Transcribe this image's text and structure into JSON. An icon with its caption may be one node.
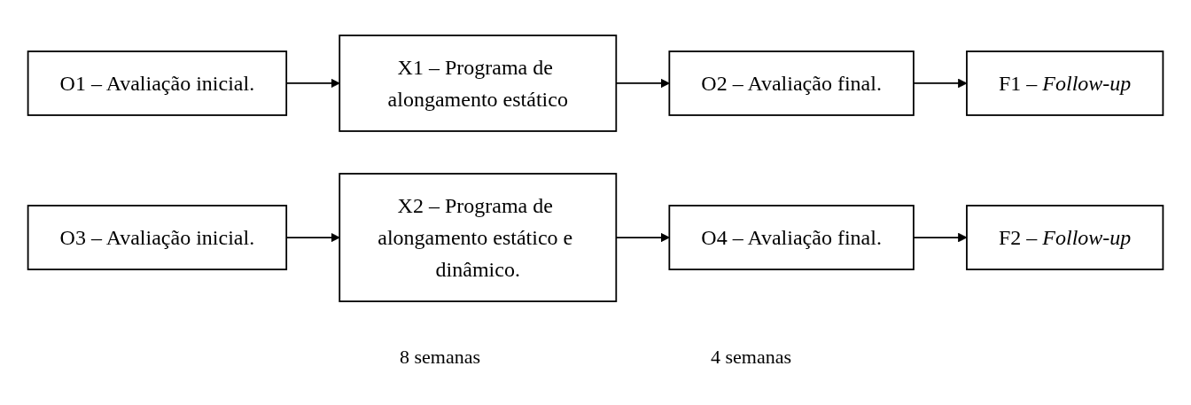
{
  "diagram": {
    "nodes": [
      {
        "text": [
          "O1 – Avaliação inicial."
        ]
      },
      {
        "text": [
          "X1 – Programa de alongamento estático"
        ]
      },
      {
        "text": [
          "O2 – Avaliação final."
        ]
      },
      {
        "text": [
          "F1 – *Follow-up*"
        ]
      },
      {
        "text": [
          "O3 – Avaliação inicial."
        ]
      },
      {
        "text": [
          "X2 – Programa de alongamento estático e dinâmico."
        ]
      },
      {
        "text": [
          "O4 – Avaliação final."
        ]
      },
      {
        "text": [
          "F2 – *Follow-up*"
        ]
      }
    ],
    "edges": [
      {
        "from": 0,
        "to": 1,
        "arrow": "to"
      },
      {
        "from": 1,
        "to": 2,
        "arrow": "to"
      },
      {
        "from": 2,
        "to": 3,
        "arrow": "to"
      },
      {
        "from": 4,
        "to": 5,
        "arrow": "to"
      },
      {
        "from": 5,
        "to": 6,
        "arrow": "to"
      },
      {
        "from": 6,
        "to": 7,
        "arrow": "to"
      }
    ],
    "labels": [
      "8 semanas",
      "4 semanas"
    ]
  }
}
